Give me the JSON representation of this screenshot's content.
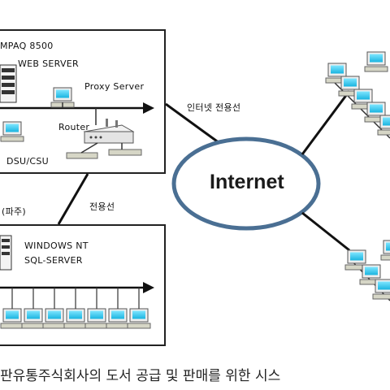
{
  "top_box": {
    "server_name": "MPAQ 8500",
    "server_role": "WEB SERVER",
    "proxy_label": "Proxy Server",
    "router_label": "Router",
    "dsu_label": "DSU/CSU"
  },
  "bottom_box": {
    "os_label": "WINDOWS NT",
    "db_label": "SQL-SERVER"
  },
  "links": {
    "internet_line_label": "인터넷 전용선",
    "dedicated_line_label": "전용선",
    "site_label": "(파주)"
  },
  "cloud": {
    "label": "Internet"
  },
  "caption": "판유통주식회사의 도서 공급 및 판매를 위한 시스"
}
